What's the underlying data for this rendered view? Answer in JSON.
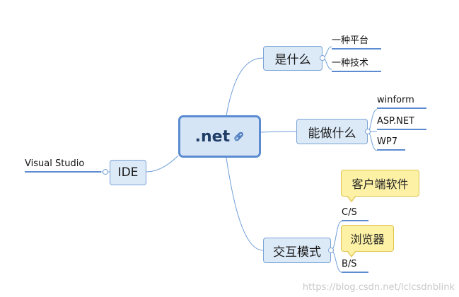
{
  "root": {
    "label": ".net",
    "icon": "link-icon"
  },
  "branches": {
    "what": {
      "label": "是什么",
      "children": [
        "一种平台",
        "一种技术"
      ]
    },
    "can_do": {
      "label": "能做什么",
      "children": [
        "winform",
        "ASP.NET",
        "WP7"
      ]
    },
    "mode": {
      "label": "交互模式",
      "children": [
        "C/S",
        "B/S"
      ],
      "callouts": [
        "客户端软件",
        "浏览器"
      ]
    },
    "ide": {
      "label": "IDE",
      "children": [
        "Visual Studio"
      ]
    }
  },
  "watermark": "https://blog.csdn.net/lclcsdnblink",
  "colors": {
    "line": "#6f9fd8",
    "node_fill": "#dce9f7",
    "root_fill": "#d6e5f6",
    "callout_fill": "#fdf1a6"
  }
}
